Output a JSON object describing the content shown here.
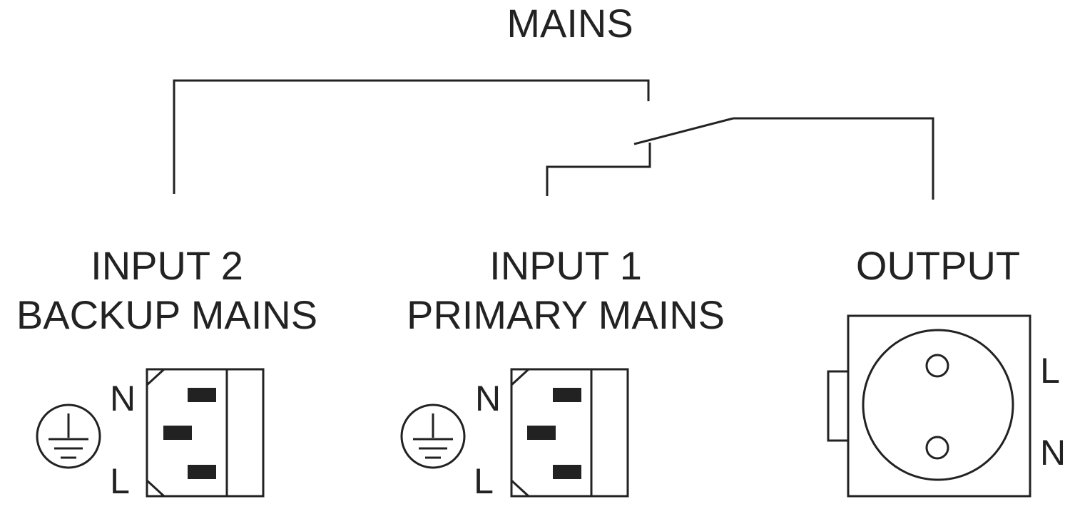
{
  "diagram": {
    "title": "MAINS",
    "input2": {
      "line1": "INPUT 2",
      "line2": "BACKUP MAINS",
      "pin_n": "N",
      "pin_l": "L",
      "ground_icon": "earth-ground-icon",
      "connector_icon": "iec-c14-inlet-icon"
    },
    "input1": {
      "line1": "INPUT 1",
      "line2": "PRIMARY MAINS",
      "pin_n": "N",
      "pin_l": "L",
      "ground_icon": "earth-ground-icon",
      "connector_icon": "iec-c14-inlet-icon"
    },
    "output": {
      "label": "OUTPUT",
      "pin_l": "L",
      "pin_n": "N",
      "socket_icon": "round-two-pin-socket-icon"
    },
    "switch_icon": "changeover-switch-icon",
    "colors": {
      "ink": "#222222",
      "background": "#ffffff"
    }
  }
}
